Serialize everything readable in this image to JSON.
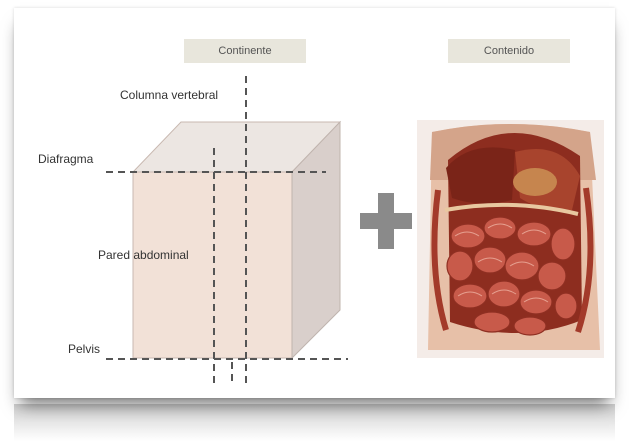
{
  "header": {
    "continente": "Continente",
    "contenido": "Contenido"
  },
  "labels": {
    "columna": "Columna vertebral",
    "diafragma": "Diafragma",
    "pared": "Pared abdominal",
    "pelvis": "Pelvis"
  },
  "colors": {
    "box_front": "#f2e1d7",
    "box_side": "#d9cfcb",
    "box_top": "#ece6e2",
    "plus": "#8a8a8a",
    "tab_bg": "#e8e6dc"
  },
  "icons": {
    "plus": "plus-icon",
    "illustration": "abdominal-organs-illustration"
  }
}
